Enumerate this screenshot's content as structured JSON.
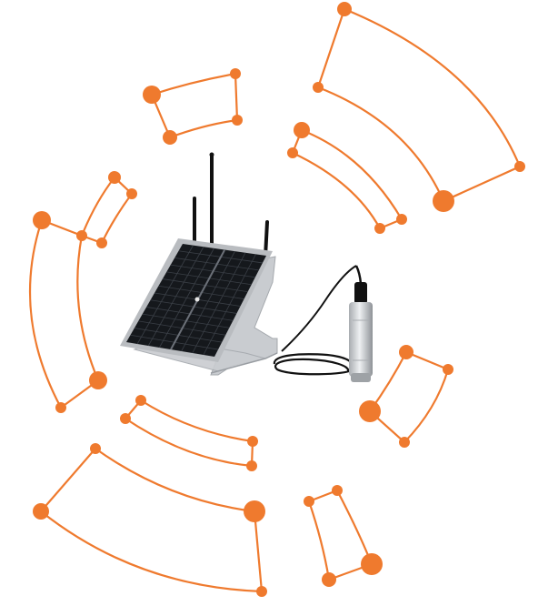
{
  "colors": {
    "accent": "#ef7a2e",
    "panel_cell": "#15181c",
    "panel_frame": "#b9bcc0",
    "bracket_metal": "#c9ccd0",
    "cable": "#111111",
    "sensor_body": "#d6d8da"
  },
  "product": {
    "name": "solar-powered-water-level-logger",
    "parts": [
      "antenna",
      "solar-panel",
      "stand-bracket",
      "signal-cable",
      "submersible-level-sensor"
    ]
  }
}
